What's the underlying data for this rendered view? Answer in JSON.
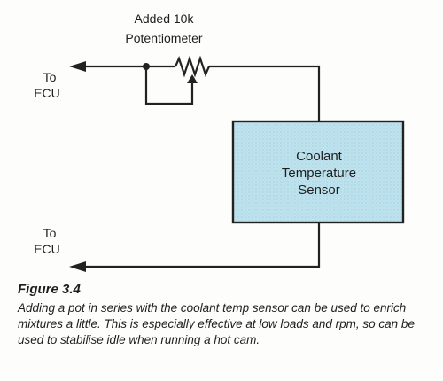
{
  "potentiometer": {
    "label_line1": "Added 10k",
    "label_line2": "Potentiometer"
  },
  "ecu_top": {
    "line1": "To",
    "line2": "ECU"
  },
  "ecu_bottom": {
    "line1": "To",
    "line2": "ECU"
  },
  "sensor": {
    "line1": "Coolant",
    "line2": "Temperature",
    "line3": "Sensor",
    "fill_color": "#bfe3ee"
  },
  "caption": {
    "title": "Figure 3.4",
    "body": "Adding a pot in series with the coolant temp sensor can be used to enrich mixtures a little. This is especially effective at low loads and rpm, so can be used to stabilise idle when running a hot cam."
  }
}
